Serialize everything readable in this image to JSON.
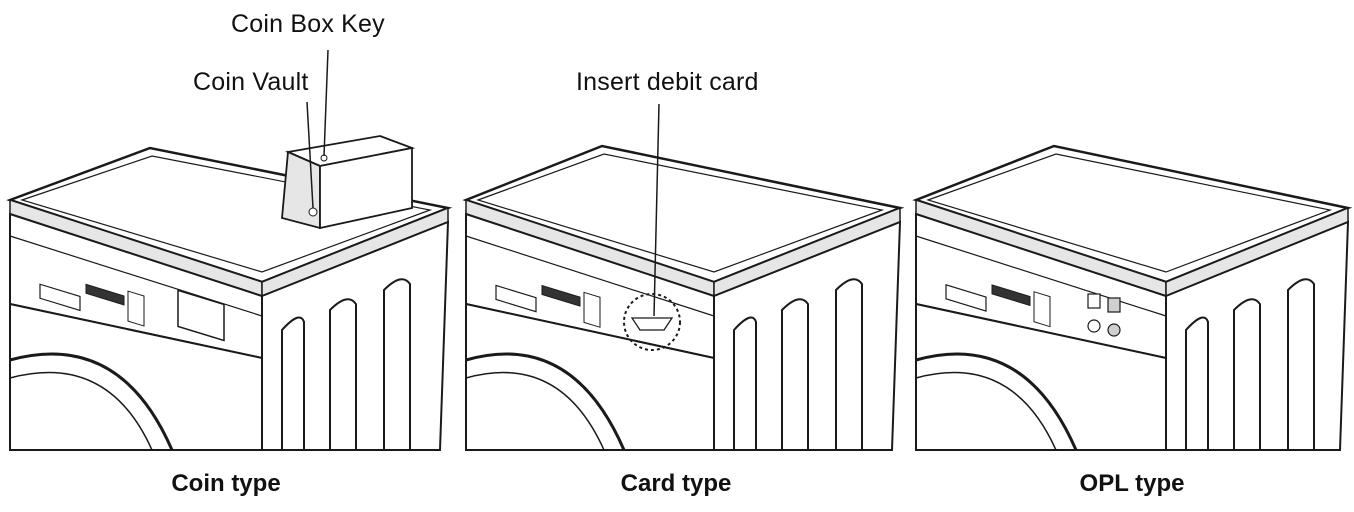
{
  "panels": [
    {
      "caption": "Coin type",
      "callouts": [
        "Coin Box Key",
        "Coin Vault"
      ]
    },
    {
      "caption": "Card type",
      "callouts": [
        "Insert debit card"
      ]
    },
    {
      "caption": "OPL type",
      "callouts": []
    }
  ],
  "colors": {
    "line": "#1a1a1a",
    "fill": "#ffffff",
    "shade": "#e6e6e6",
    "dark_shade": "#cfcfcf"
  }
}
